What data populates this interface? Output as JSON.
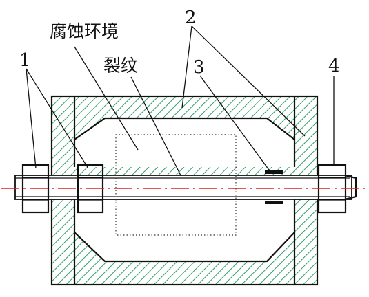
{
  "labels": {
    "corrosion_environment": "腐蚀环境",
    "crack": "裂纹",
    "part_1": "1",
    "part_2": "2",
    "part_3": "3",
    "part_4": "4"
  },
  "colors": {
    "hatch": "#2e9e6a",
    "outline": "#111111",
    "centerline": "#e0201a"
  }
}
